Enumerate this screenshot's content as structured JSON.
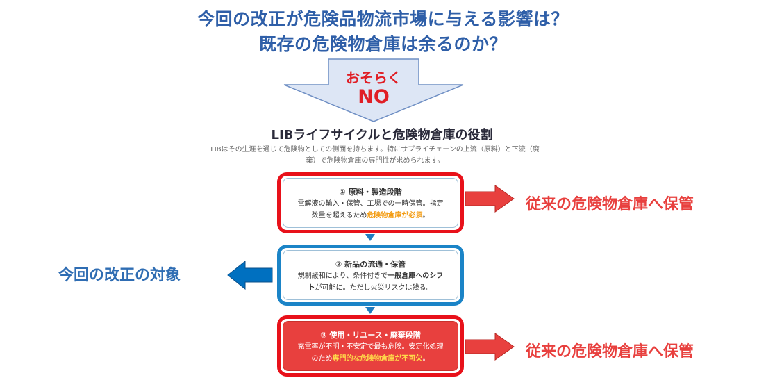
{
  "title": {
    "line1": "今回の改正が危険品物流市場に与える影響は？",
    "line2": "既存の危険物倉庫は余るのか？"
  },
  "answer_arrow": {
    "line1": "おそらく",
    "line2": "NO"
  },
  "section": {
    "title": "LIBライフサイクルと危険物倉庫の役割",
    "description_line1": "LIBはその生涯を通じて危険物としての側面を持ちます。特にサプライチェーンの上流（原料）と下流（廃",
    "description_line2": "棄）で危険物倉庫の専門性が求められます。"
  },
  "stages": [
    {
      "title": "① 原料・製造段階",
      "line1": "電解液の輸入・保管、工場での一時保管。指定",
      "line2_prefix": "数量を超えるため",
      "line2_highlight": "危険物倉庫が必須",
      "line2_suffix": "。"
    },
    {
      "title": "② 新品の流通・保管",
      "line1_prefix": "規制緩和により、条件付きで",
      "line1_bold": "一般倉庫へのシフ",
      "line2_bold": "ト",
      "line2_suffix": "が可能に。ただし火災リスクは残る。"
    },
    {
      "title": "③ 使用・リユース・廃棄段階",
      "line1": "充電率が不明・不安定で最も危険。安定化処理",
      "line2_prefix": "のため",
      "line2_highlight": "専門的な危険物倉庫が不可欠",
      "line2_suffix": "。"
    }
  ],
  "side_labels": {
    "right_top": "従来の危険物倉庫へ保管",
    "right_bottom": "従来の危険物倉庫へ保管",
    "left_middle": "今回の改正の対象"
  },
  "colors": {
    "title_blue": "#2f5fa8",
    "alert_red": "#e8403e",
    "frame_red": "#e8111a",
    "frame_blue": "#1b84c7",
    "arrow_light_blue": "#dde6f5",
    "arrow_dark_blue": "#0070c0"
  },
  "icons": {
    "down_arrow": "down-block-arrow-icon",
    "right_arrow": "right-block-arrow-icon",
    "left_arrow": "left-block-arrow-icon"
  }
}
